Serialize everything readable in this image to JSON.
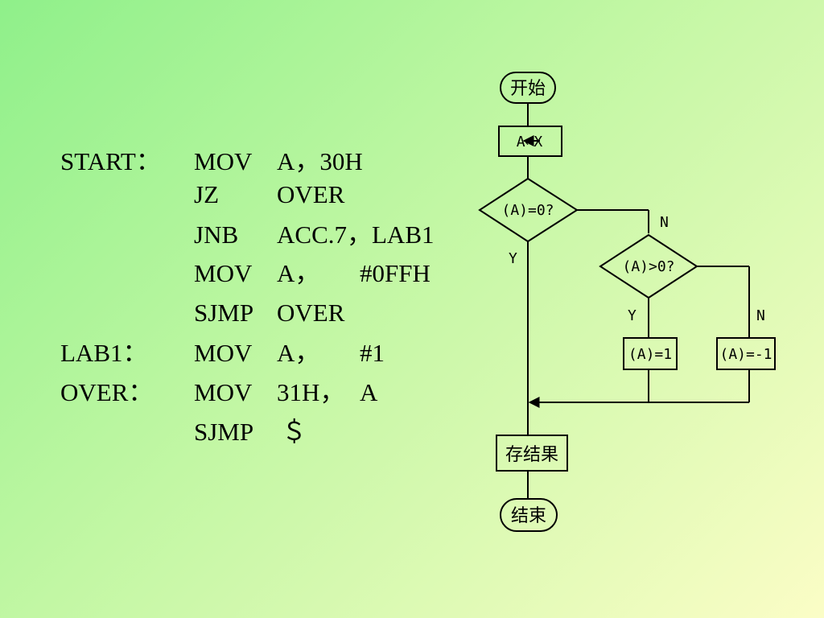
{
  "program": {
    "lines": [
      {
        "label": "START：",
        "op": "MOV",
        "arg1": "A，30H",
        "arg2": ""
      },
      {
        "label": "",
        "op": "JZ",
        "arg1": "OVER",
        "arg2": ""
      },
      {
        "label": "",
        "op": "JNB",
        "arg1": "ACC.7，LAB1",
        "arg2": ""
      },
      {
        "label": "",
        "op": "MOV",
        "arg1": "A，",
        "arg2": "#0FFH"
      },
      {
        "label": "",
        "op": "SJMP",
        "arg1": "OVER",
        "arg2": ""
      },
      {
        "label": "LAB1：",
        "op": "MOV",
        "arg1": "A，",
        "arg2": "#1"
      },
      {
        "label": "OVER：",
        "op": "MOV",
        "arg1": "31H，",
        "arg2": "A"
      },
      {
        "label": "",
        "op": "SJMP",
        "arg1": "＄",
        "arg2": ""
      }
    ]
  },
  "flowchart": {
    "start": "开始",
    "assign": "A←X",
    "decision1": "(A)=0?",
    "decision2": "(A)>0?",
    "result_pos": "(A)=1",
    "result_neg": "(A)=-1",
    "store": "存结果",
    "end": "结束",
    "yes": "Y",
    "no": "N"
  }
}
